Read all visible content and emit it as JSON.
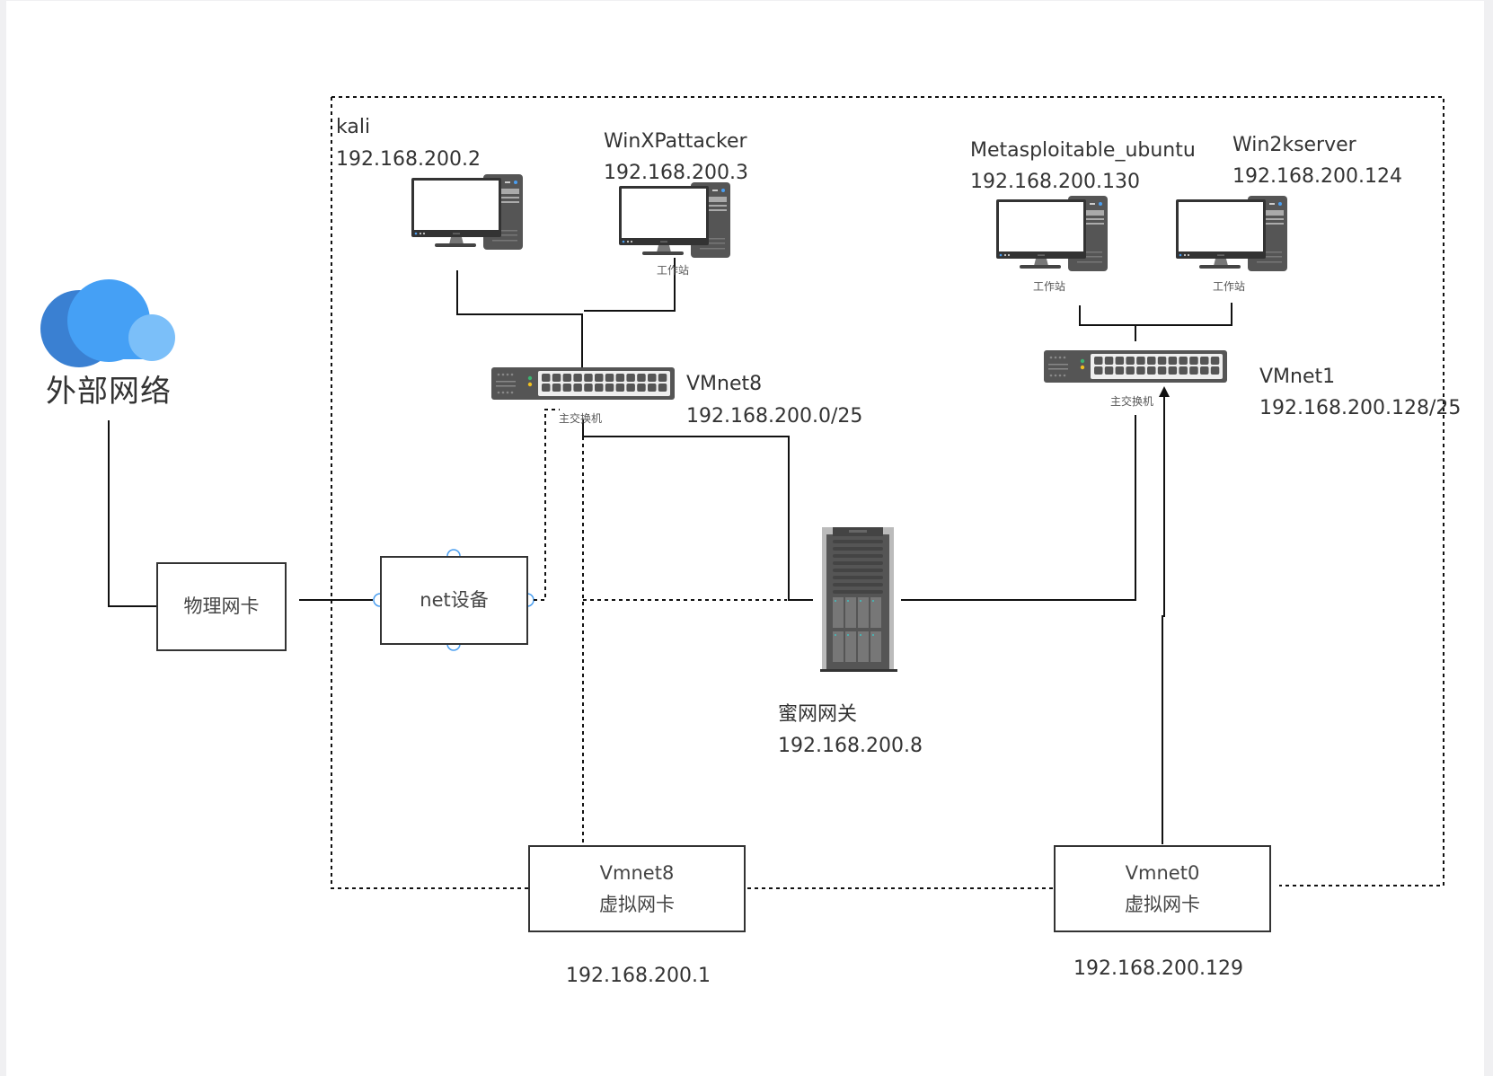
{
  "diagram": {
    "external_network": {
      "label": "外部网络",
      "icon": "cloud-icon"
    },
    "physical_nic": {
      "label": "物理网卡"
    },
    "nat_device": {
      "label": "net设备"
    },
    "hosts": [
      {
        "name": "kali",
        "ip": "192.168.200.2",
        "icon": "workstation-icon",
        "caption": ""
      },
      {
        "name": "WinXPattacker",
        "ip": "192.168.200.3",
        "icon": "workstation-icon",
        "caption": "工作站"
      },
      {
        "name": "Metasploitable_ubuntu",
        "ip": "192.168.200.130",
        "icon": "workstation-icon",
        "caption": "工作站"
      },
      {
        "name": "Win2kserver",
        "ip": "192.168.200.124",
        "icon": "workstation-icon",
        "caption": "工作站"
      }
    ],
    "switches": [
      {
        "name": "VMnet8",
        "subnet": "192.168.200.0/25",
        "caption": "主交换机",
        "icon": "switch-icon"
      },
      {
        "name": "VMnet1",
        "subnet": "192.168.200.128/25",
        "caption": "主交换机",
        "icon": "switch-icon"
      }
    ],
    "gateway": {
      "name": "蜜网网关",
      "ip": "192.168.200.8",
      "icon": "server-tower-icon"
    },
    "virtual_nics": [
      {
        "name": "Vmnet8",
        "type": "虚拟网卡",
        "ip": "192.168.200.1"
      },
      {
        "name": "Vmnet0",
        "type": "虚拟网卡",
        "ip": "192.168.200.129"
      }
    ],
    "colors": {
      "cloud_dark": "#3a80d2",
      "cloud_main": "#45a0f5",
      "cloud_light": "#7bbff9",
      "device_gray": "#555555",
      "connector_blue": "#4a9ef0",
      "switch_led_green": "#3cb371",
      "switch_led_yellow": "#f0c020"
    }
  }
}
